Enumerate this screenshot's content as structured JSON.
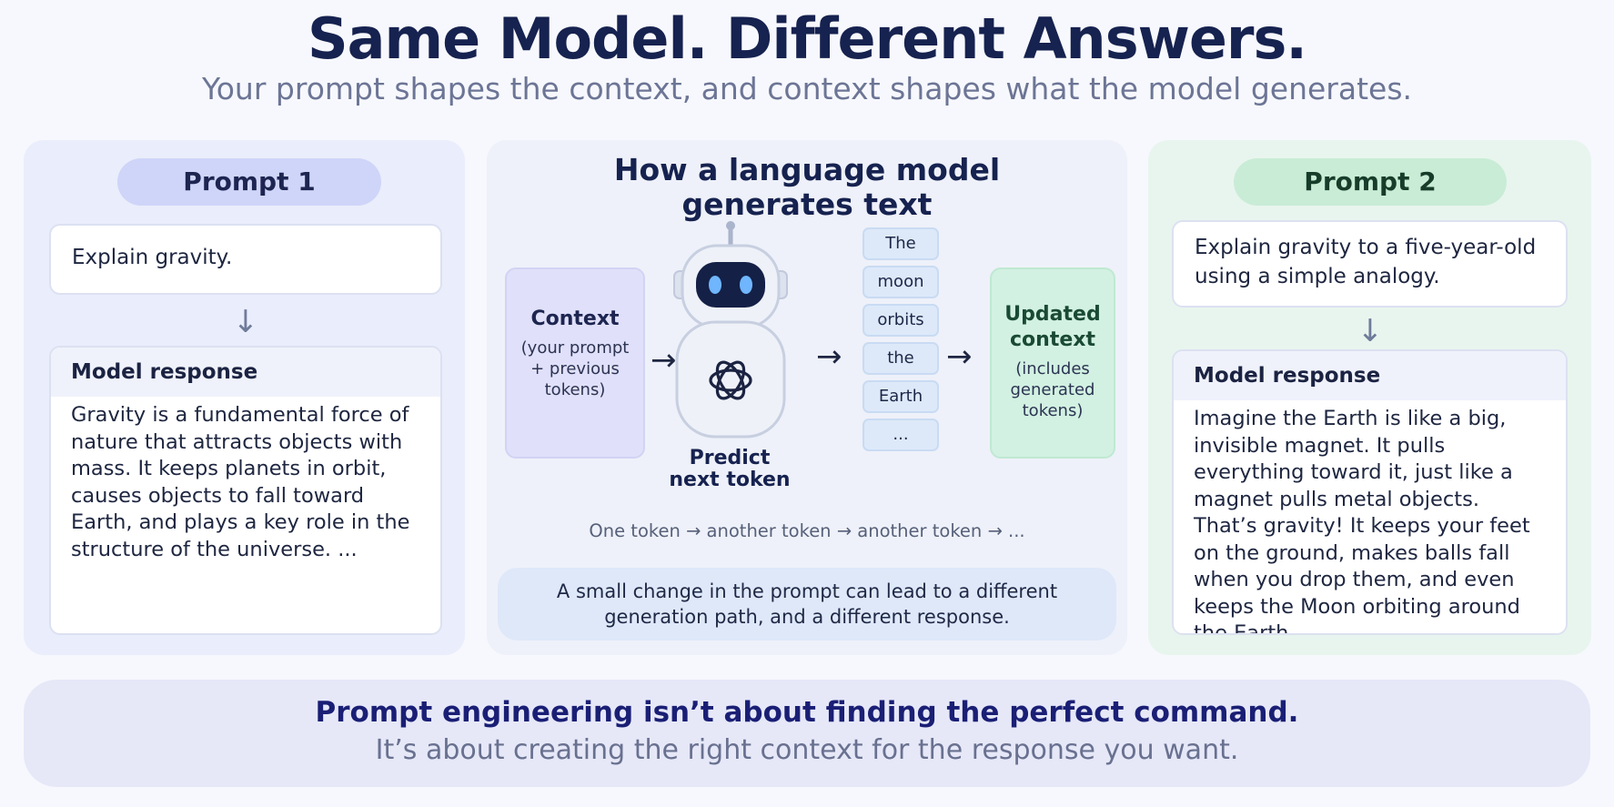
{
  "header": {
    "title": "Same Model. Different Answers.",
    "subtitle": "Your prompt shapes the context, and context shapes what the model generates."
  },
  "prompt1": {
    "label": "Prompt 1",
    "prompt_text": "Explain gravity.",
    "arrow": "↓",
    "response_heading": "Model response",
    "response_text": "Gravity is a fundamental force of nature that attracts objects with mass. It keeps planets in orbit, causes objects to fall toward Earth, and plays a key role in the structure of the universe. ..."
  },
  "middle": {
    "title_line1": "How a language model",
    "title_line2": "generates text",
    "context_title": "Context",
    "context_sub1": "(your prompt",
    "context_sub2": "+ previous",
    "context_sub3": "tokens)",
    "arrow": "→",
    "robot_label_line1": "Predict",
    "robot_label_line2": "next token",
    "tokens": [
      "The",
      "moon",
      "orbits",
      "the",
      "Earth",
      "..."
    ],
    "updated_title_line1": "Updated",
    "updated_title_line2": "context",
    "updated_sub1": "(includes",
    "updated_sub2": "generated",
    "updated_sub3": "tokens)",
    "flow_text": "One token → another token → another token → ...",
    "note_line1": "A small change in the prompt can lead to a different",
    "note_line2": "generation path, and a different response."
  },
  "prompt2": {
    "label": "Prompt 2",
    "prompt_line1": "Explain gravity to a five-year-old",
    "prompt_line2": "using a simple analogy.",
    "arrow": "↓",
    "response_heading": "Model response",
    "response_text": "Imagine the Earth is like a big, invisible magnet. It pulls everything toward it, just like a magnet pulls metal objects. That’s gravity! It keeps your feet on the ground, makes balls fall when you drop them, and even keeps the Moon orbiting around the Earth. ..."
  },
  "footer": {
    "line1": "Prompt engineering isn’t about finding the perfect command.",
    "line2": "It’s about creating the right context for the response you want."
  },
  "colors": {
    "title": "#16224f",
    "prompt1_accent": "#cfd5f8",
    "prompt2_accent": "#c9ecd6",
    "context_box": "#e0e0fa",
    "updated_box": "#d2f1e2",
    "token_box": "#dde9f9"
  },
  "icons": {
    "robot": "robot-icon",
    "model_logo": "openai-logo-icon"
  }
}
